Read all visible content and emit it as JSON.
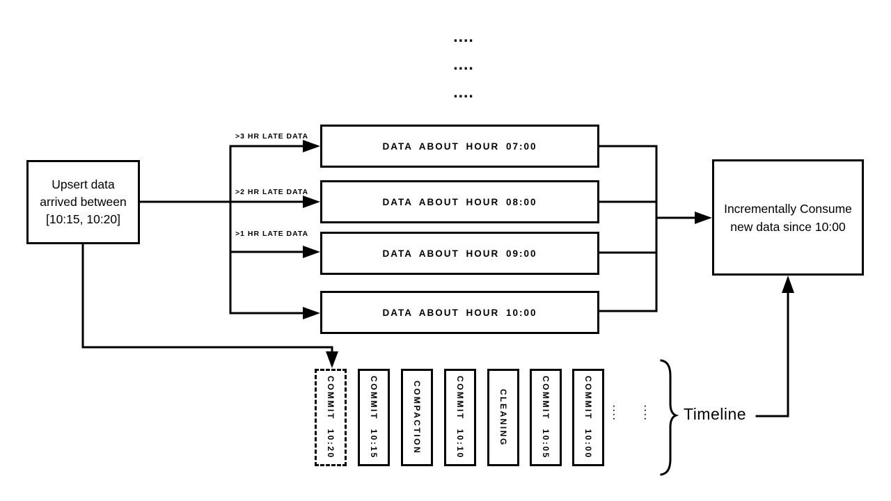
{
  "diagram": {
    "top_ellipsis": [
      "....",
      "....",
      "...."
    ],
    "upsert_box": {
      "lines": [
        "Upsert data",
        "arrived between",
        "[10:15, 10:20]"
      ]
    },
    "branch_labels": [
      ">3 HR LATE DATA",
      ">2 HR LATE DATA",
      ">1 HR LATE DATA"
    ],
    "data_boxes": [
      "DATA ABOUT HOUR 07:00",
      "DATA ABOUT HOUR 08:00",
      "DATA ABOUT HOUR 09:00",
      "DATA ABOUT HOUR 10:00"
    ],
    "consume_box": {
      "lines": [
        "Incrementally Consume",
        "new data since 10:00"
      ]
    },
    "timeline": {
      "commits": [
        {
          "label": "COMMIT 10:20",
          "style": "dashed"
        },
        {
          "label": "COMMIT 10:15",
          "style": "solid"
        },
        {
          "label": "COMPACTION",
          "style": "solid"
        },
        {
          "label": "COMMIT 10:10",
          "style": "solid"
        },
        {
          "label": "CLEANING",
          "style": "solid"
        },
        {
          "label": "COMMIT 10:05",
          "style": "solid"
        },
        {
          "label": "COMMIT 10:00",
          "style": "solid"
        }
      ],
      "ellipsis": [
        "····",
        "····"
      ],
      "label": "Timeline"
    },
    "colors": {
      "ink": "#000000",
      "background": "#ffffff"
    }
  }
}
